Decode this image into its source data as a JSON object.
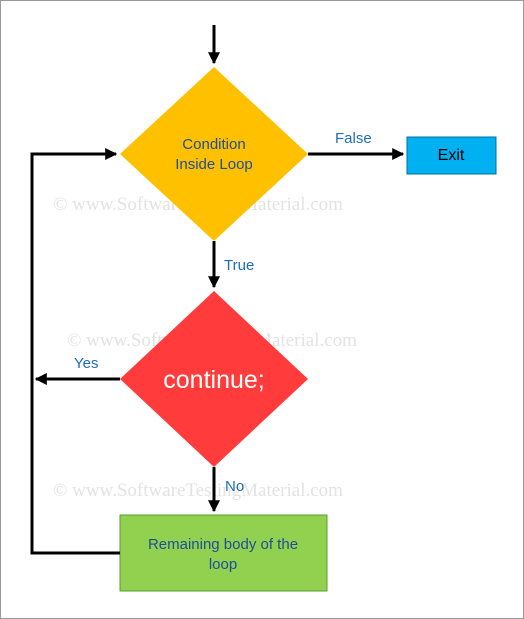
{
  "diagram": {
    "decision1": {
      "line1": "Condition",
      "line2": "Inside Loop"
    },
    "decision2": {
      "text": "continue;"
    },
    "exit_box": {
      "text": "Exit"
    },
    "body_box": {
      "line1": "Remaining body of the",
      "line2": "loop"
    },
    "edge_labels": {
      "false": "False",
      "true": "True",
      "yes": "Yes",
      "no": "No"
    },
    "watermark": "©  www.SoftwareTestingMaterial.com"
  },
  "colors": {
    "decision1_fill": "#FFC000",
    "decision2_fill": "#FF3B3B",
    "exit_fill": "#00B0F0",
    "body_fill": "#92D050",
    "arrow": "#000000",
    "label": "#1F6FB4"
  }
}
